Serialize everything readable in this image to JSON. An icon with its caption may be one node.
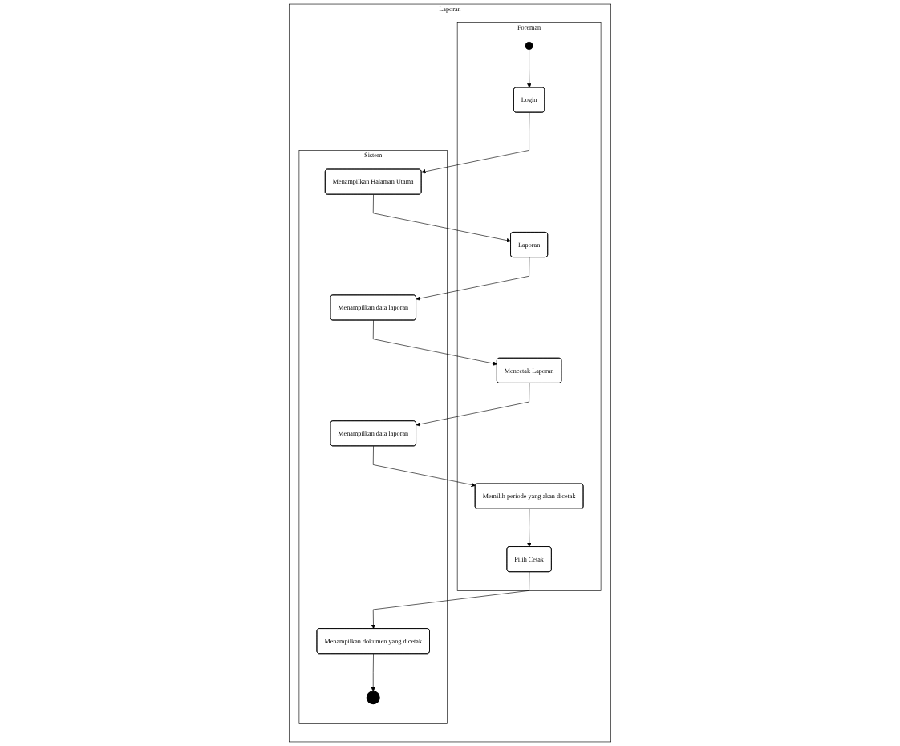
{
  "diagram": {
    "nodes": [
      {
        "text": [
          "Laporan"
        ]
      },
      {
        "text": [
          "Foreman"
        ],
        "in": 0
      },
      {
        "text": [
          "Sistem"
        ],
        "in": 0
      },
      {
        "text": [],
        "shape": "circle",
        "in": 1
      },
      {
        "text": [
          "Login"
        ],
        "in": 1
      },
      {
        "text": [
          "Menampilkan Halaman Utama"
        ],
        "in": 2
      },
      {
        "text": [
          "Laporan"
        ],
        "in": 1
      },
      {
        "text": [
          "Menampilkan data laporan"
        ],
        "in": 2
      },
      {
        "text": [
          "Mencetak Laporan"
        ],
        "in": 1
      },
      {
        "text": [
          "Menampilkan data laporan"
        ],
        "in": 2
      },
      {
        "text": [
          "Memilih periode yang akan dicetak"
        ],
        "in": 1
      },
      {
        "text": [
          "Pilih Cetak"
        ],
        "in": 1
      },
      {
        "text": [
          "Menampilkan dokumen yang dicetak"
        ],
        "in": 2
      },
      {
        "text": [],
        "shape": "bullseye",
        "in": 2
      }
    ],
    "edges": [
      {
        "from": 3,
        "to": 4,
        "arrow": "to"
      },
      {
        "from": 4,
        "to": 5,
        "arrow": "to"
      },
      {
        "from": 5,
        "to": 6,
        "arrow": "to"
      },
      {
        "from": 6,
        "to": 7,
        "arrow": "to"
      },
      {
        "from": 7,
        "to": 8,
        "arrow": "to"
      },
      {
        "from": 8,
        "to": 9,
        "arrow": "to"
      },
      {
        "from": 9,
        "to": 10,
        "arrow": "to"
      },
      {
        "from": 10,
        "to": 11,
        "arrow": "to"
      },
      {
        "from": 11,
        "to": 12,
        "arrow": "to"
      },
      {
        "from": 12,
        "to": 13,
        "arrow": "to"
      }
    ]
  }
}
